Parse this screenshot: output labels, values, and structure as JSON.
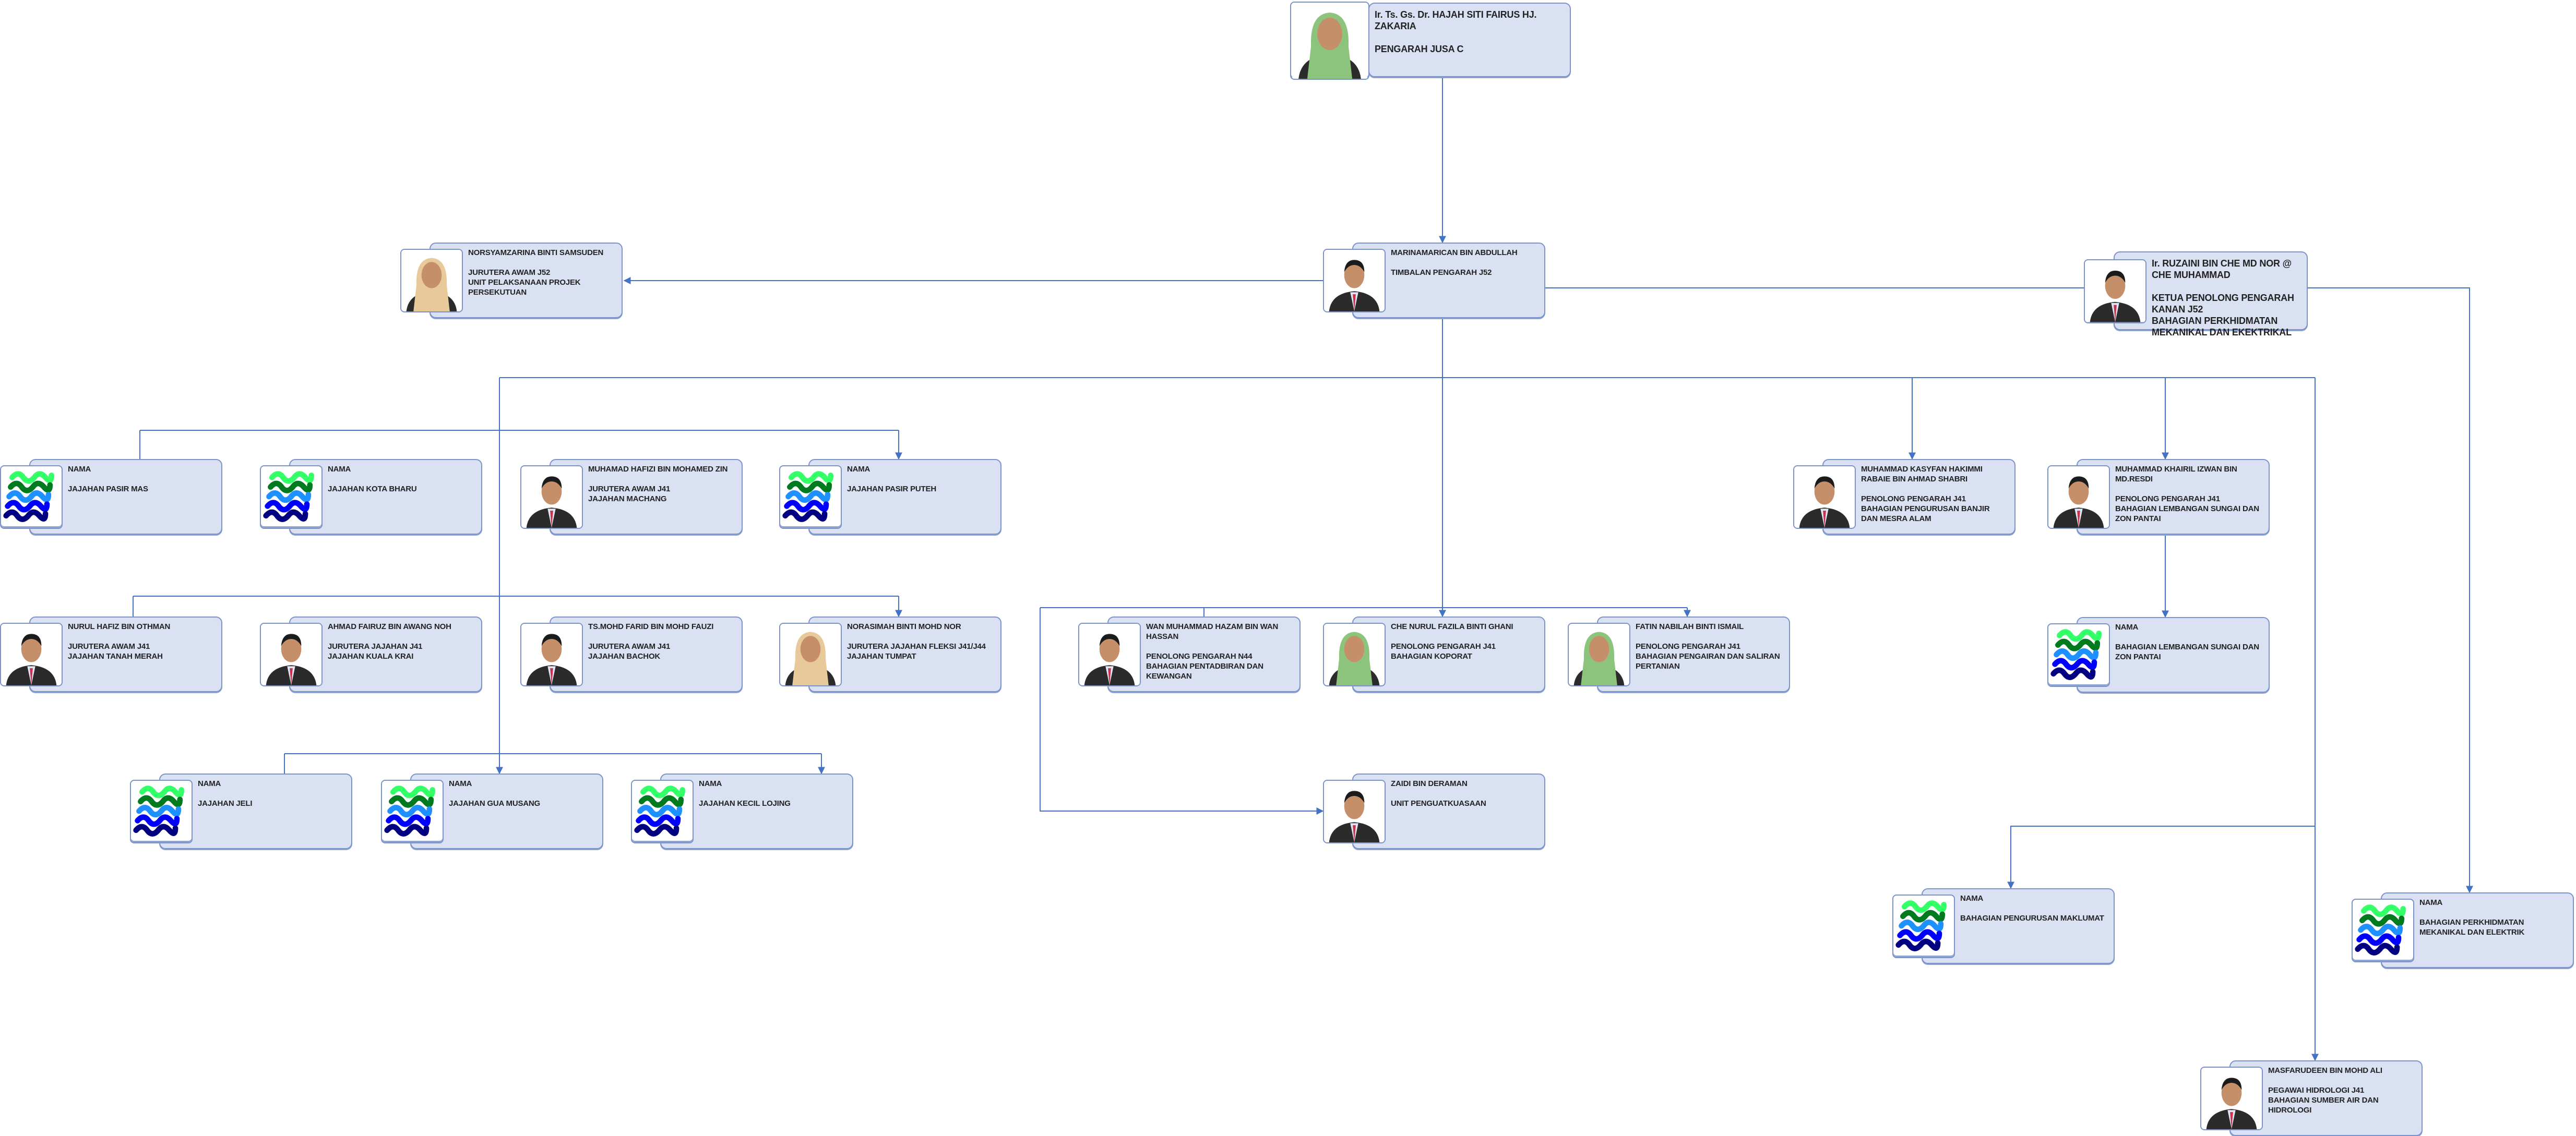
{
  "colors": {
    "box_fill": "#dae1f3",
    "box_border": "#7b93c9",
    "connector": "#4472c4"
  },
  "nodes": [
    {
      "name": "Ir. Ts. Gs. Dr. HAJAH SITI FAIRUS HJ. ZAKARIA",
      "lines": [
        "PENGARAH JUSA C"
      ],
      "image": "photo-hijab-green"
    },
    {
      "name": "NORSYAMZARINA BINTI SAMSUDEN",
      "lines": [
        "JURUTERA AWAM J52",
        "UNIT PELAKSANAAN PROJEK PERSEKUTUAN"
      ],
      "image": "photo-hijab-beige"
    },
    {
      "name": "MARINAMARICAN BIN ABDULLAH",
      "lines": [
        "TIMBALAN PENGARAH J52"
      ],
      "image": "photo-man"
    },
    {
      "name": "Ir. RUZAINI BIN CHE MD NOR @ CHE MUHAMMAD",
      "lines": [
        "KETUA PENOLONG PENGARAH KANAN J52",
        "BAHAGIAN PERKHIDMATAN MEKANIKAL DAN EKEKTRIKAL"
      ],
      "image": "photo-man"
    },
    {
      "name": "NAMA",
      "lines": [
        "JAJAHAN PASIR MAS"
      ],
      "image": "jps-logo"
    },
    {
      "name": "NAMA",
      "lines": [
        "JAJAHAN KOTA BHARU"
      ],
      "image": "jps-logo"
    },
    {
      "name": "MUHAMAD HAFIZI BIN MOHAMED ZIN",
      "lines": [
        "JURUTERA AWAM J41",
        "JAJAHAN MACHANG"
      ],
      "image": "photo-man"
    },
    {
      "name": "NAMA",
      "lines": [
        "JAJAHAN PASIR PUTEH"
      ],
      "image": "jps-logo"
    },
    {
      "name": "MUHAMMAD KASYFAN HAKIMMI RABAIE BIN AHMAD SHABRI",
      "lines": [
        "PENOLONG PENGARAH J41",
        "BAHAGIAN PENGURUSAN BANJIR DAN MESRA ALAM"
      ],
      "image": "photo-man"
    },
    {
      "name": "MUHAMMAD KHAIRIL IZWAN BIN MD.RESDI",
      "lines": [
        "PENOLONG PENGARAH J41",
        "BAHAGIAN LEMBANGAN SUNGAI DAN ZON PANTAI"
      ],
      "image": "photo-man"
    },
    {
      "name": "NURUL HAFIZ BIN OTHMAN",
      "lines": [
        "JURUTERA AWAM J41",
        "JAJAHAN TANAH MERAH"
      ],
      "image": "photo-man"
    },
    {
      "name": "AHMAD FAIRUZ BIN AWANG NOH",
      "lines": [
        "JURUTERA JAJAHAN J41",
        "JAJAHAN KUALA KRAI"
      ],
      "image": "photo-man"
    },
    {
      "name": "TS.MOHD FARID BIN MOHD FAUZI",
      "lines": [
        "JURUTERA AWAM J41",
        "JAJAHAN BACHOK"
      ],
      "image": "photo-man"
    },
    {
      "name": "NORASIMAH BINTI MOHD NOR",
      "lines": [
        "JURUTERA JAJAHAN FLEKSI J41/J44",
        "JAJAHAN TUMPAT"
      ],
      "image": "photo-hijab-beige"
    },
    {
      "name": "WAN MUHAMMAD HAZAM BIN WAN HASSAN",
      "lines": [
        "PENOLONG PENGARAH N44",
        "BAHAGIAN PENTADBIRAN DAN KEWANGAN"
      ],
      "image": "photo-man"
    },
    {
      "name": "CHE NURUL FAZILA BINTI GHANI",
      "lines": [
        "PENOLONG PENGARAH J41",
        "BAHAGIAN KOPORAT"
      ],
      "image": "photo-hijab-green"
    },
    {
      "name": "FATIN NABILAH BINTI ISMAIL",
      "lines": [
        "PENOLONG PENGARAH J41",
        "BAHAGIAN PENGAIRAN DAN SALIRAN PERTANIAN"
      ],
      "image": "photo-hijab-green"
    },
    {
      "name": "NAMA",
      "lines": [
        "BAHAGIAN LEMBANGAN SUNGAI DAN ZON PANTAI"
      ],
      "image": "jps-logo"
    },
    {
      "name": "NAMA",
      "lines": [
        "JAJAHAN JELI"
      ],
      "image": "jps-logo"
    },
    {
      "name": "NAMA",
      "lines": [
        "JAJAHAN GUA MUSANG"
      ],
      "image": "jps-logo"
    },
    {
      "name": "NAMA",
      "lines": [
        "JAJAHAN KECIL LOJING"
      ],
      "image": "jps-logo"
    },
    {
      "name": "ZAIDI BIN DERAMAN",
      "lines": [
        "UNIT PENGUATKUASAAN"
      ],
      "image": "photo-man"
    },
    {
      "name": "NAMA",
      "lines": [
        "BAHAGIAN PENGURUSAN MAKLUMAT"
      ],
      "image": "jps-logo"
    },
    {
      "name": "NAMA",
      "lines": [
        "BAHAGIAN PERKHIDMATAN MEKANIKAL DAN ELEKTRIK"
      ],
      "image": "jps-logo"
    },
    {
      "name": "MASFARUDEEN BIN MOHD ALI",
      "lines": [
        "PEGAWAI HIDROLOGI J41",
        "BAHAGIAN SUMBER AIR DAN HIDROLOGI"
      ],
      "image": "photo-man"
    }
  ]
}
